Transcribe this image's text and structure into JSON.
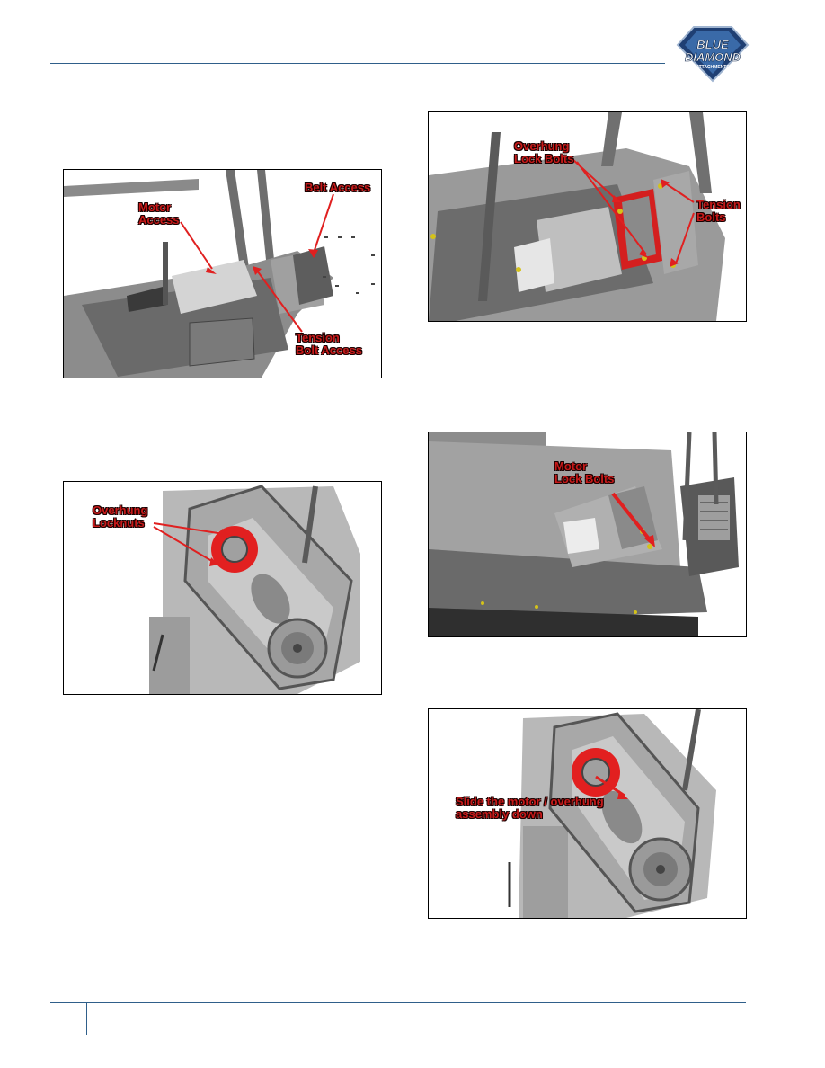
{
  "header": {
    "logo": {
      "line1": "BLUE",
      "line2": "DIAMOND",
      "line3": "ATTACHMENTS",
      "icon": "diamond-logo-icon"
    }
  },
  "colors": {
    "rule": "#2f5f8a",
    "callout": "#c81a1a",
    "accent_part": "#e02020"
  },
  "figures": {
    "fig1": {
      "belt_access": "Belt Access",
      "motor_access": [
        "Motor",
        "Access"
      ],
      "tension_bolt_access": [
        "Tension",
        "Bolt Access"
      ]
    },
    "fig2": {
      "overhung_lock_bolts": [
        "Overhung",
        "Lock Bolts"
      ],
      "tension_bolts": [
        "Tension",
        "Bolts"
      ]
    },
    "fig3": {
      "overhung_locknuts": [
        "Overhung",
        "Locknuts"
      ]
    },
    "fig4": {
      "motor_lock_bolts": [
        "Motor",
        "Lock Bolts"
      ]
    },
    "fig5": {
      "slide_instruction": [
        "Slide the motor / overhung",
        "assembly down"
      ]
    }
  }
}
